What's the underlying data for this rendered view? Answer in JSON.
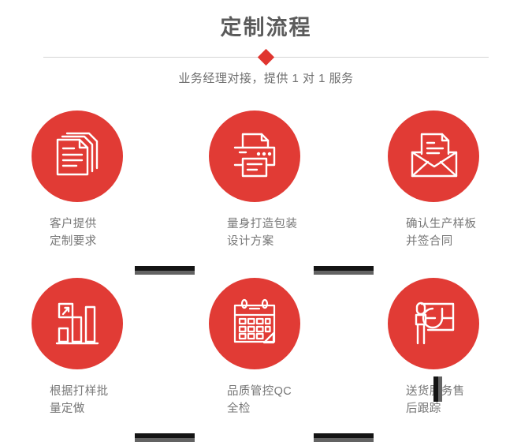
{
  "header": {
    "title": "定制流程",
    "subtitle": "业务经理对接，提供 1 对 1 服务",
    "divider_icon": "diamond-marker"
  },
  "colors": {
    "accent_red": "#e13b35",
    "title_gray": "#5b5b5b",
    "label_gray": "#767676",
    "divider_gray": "#d5d5d5",
    "connector_dark": "#141414",
    "connector_gray": "#636363",
    "background": "#ffffff"
  },
  "flow": {
    "steps": [
      {
        "index": 1,
        "icon": "documents-icon",
        "label": "客户提供\n定制要求"
      },
      {
        "index": 2,
        "icon": "printer-icon",
        "label": "量身打造包装\n设计方案"
      },
      {
        "index": 3,
        "icon": "envelope-icon",
        "label": "确认生产样板\n并签合同"
      },
      {
        "index": 4,
        "icon": "bar-chart-icon",
        "label": "根据打样批\n量定做"
      },
      {
        "index": 5,
        "icon": "calendar-icon",
        "label": "品质管控QC\n全检"
      },
      {
        "index": 6,
        "icon": "presentation-icon",
        "label": "送货服务售\n后跟踪"
      }
    ],
    "connectors": [
      {
        "name": "connector-1-to-2",
        "orientation": "horizontal"
      },
      {
        "name": "connector-2-to-3",
        "orientation": "horizontal"
      },
      {
        "name": "connector-3-to-4",
        "orientation": "vertical"
      },
      {
        "name": "connector-4-to-5",
        "orientation": "horizontal"
      },
      {
        "name": "connector-5-to-6",
        "orientation": "horizontal"
      }
    ]
  }
}
